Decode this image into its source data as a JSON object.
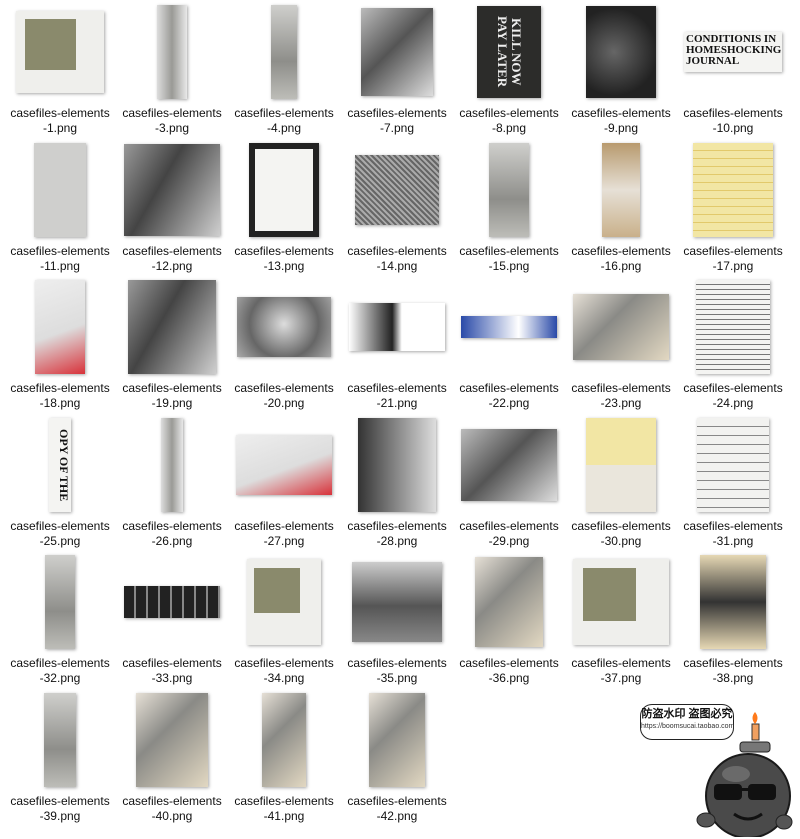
{
  "files": [
    {
      "name": "casefiles-elements",
      "suffix": "-1.png",
      "kind": "polaroid",
      "w": 88,
      "h": 82
    },
    {
      "name": "casefiles-elements",
      "suffix": "-3.png",
      "kind": "strip",
      "w": 30,
      "h": 94
    },
    {
      "name": "casefiles-elements",
      "suffix": "-4.png",
      "kind": "torn",
      "w": 26,
      "h": 94
    },
    {
      "name": "casefiles-elements",
      "suffix": "-7.png",
      "kind": "photo",
      "w": 72,
      "h": 88
    },
    {
      "name": "casefiles-elements",
      "suffix": "-8.png",
      "kind": "dark-text",
      "w": 64,
      "h": 92,
      "text": "KILL NOW PAY LATER"
    },
    {
      "name": "casefiles-elements",
      "suffix": "-9.png",
      "kind": "texture",
      "w": 70,
      "h": 92
    },
    {
      "name": "casefiles-elements",
      "suffix": "-10.png",
      "kind": "headline",
      "w": 98,
      "h": 40,
      "text": "CONDITIONIS IN HOMESHOCKING JOURNAL"
    },
    {
      "name": "casefiles-elements",
      "suffix": "-11.png",
      "kind": "grey-paper",
      "w": 52,
      "h": 94
    },
    {
      "name": "casefiles-elements",
      "suffix": "-12.png",
      "kind": "photo-wide",
      "w": 96,
      "h": 92
    },
    {
      "name": "casefiles-elements",
      "suffix": "-13.png",
      "kind": "frame",
      "w": 70,
      "h": 94
    },
    {
      "name": "casefiles-elements",
      "suffix": "-14.png",
      "kind": "texture-frame",
      "w": 84,
      "h": 70
    },
    {
      "name": "casefiles-elements",
      "suffix": "-15.png",
      "kind": "torn",
      "w": 40,
      "h": 94
    },
    {
      "name": "casefiles-elements",
      "suffix": "-16.png",
      "kind": "torn-brown",
      "w": 38,
      "h": 94
    },
    {
      "name": "casefiles-elements",
      "suffix": "-17.png",
      "kind": "yellow-note",
      "w": 80,
      "h": 94
    },
    {
      "name": "casefiles-elements",
      "suffix": "-18.png",
      "kind": "torn-red",
      "w": 50,
      "h": 94
    },
    {
      "name": "casefiles-elements",
      "suffix": "-19.png",
      "kind": "photo-wide",
      "w": 88,
      "h": 94
    },
    {
      "name": "casefiles-elements",
      "suffix": "-20.png",
      "kind": "photo-face",
      "w": 94,
      "h": 60
    },
    {
      "name": "casefiles-elements",
      "suffix": "-21.png",
      "kind": "tape",
      "w": 96,
      "h": 48
    },
    {
      "name": "casefiles-elements",
      "suffix": "-22.png",
      "kind": "blue-tape",
      "w": 96,
      "h": 22
    },
    {
      "name": "casefiles-elements",
      "suffix": "-23.png",
      "kind": "collage",
      "w": 96,
      "h": 66
    },
    {
      "name": "casefiles-elements",
      "suffix": "-24.png",
      "kind": "text-doc",
      "w": 74,
      "h": 94
    },
    {
      "name": "casefiles-elements",
      "suffix": "-25.png",
      "kind": "text-strip",
      "w": 22,
      "h": 94,
      "text": "OPY OF THE"
    },
    {
      "name": "casefiles-elements",
      "suffix": "-26.png",
      "kind": "strip",
      "w": 22,
      "h": 94
    },
    {
      "name": "casefiles-elements",
      "suffix": "-27.png",
      "kind": "torn-red",
      "w": 96,
      "h": 60
    },
    {
      "name": "casefiles-elements",
      "suffix": "-28.png",
      "kind": "photo-dark",
      "w": 78,
      "h": 94
    },
    {
      "name": "casefiles-elements",
      "suffix": "-29.png",
      "kind": "photo",
      "w": 96,
      "h": 72
    },
    {
      "name": "casefiles-elements",
      "suffix": "-30.png",
      "kind": "yellow-form",
      "w": 70,
      "h": 94
    },
    {
      "name": "casefiles-elements",
      "suffix": "-31.png",
      "kind": "handwriting",
      "w": 72,
      "h": 94
    },
    {
      "name": "casefiles-elements",
      "suffix": "-32.png",
      "kind": "torn",
      "w": 30,
      "h": 94
    },
    {
      "name": "casefiles-elements",
      "suffix": "-33.png",
      "kind": "film",
      "w": 96,
      "h": 32
    },
    {
      "name": "casefiles-elements",
      "suffix": "-34.png",
      "kind": "polaroid",
      "w": 74,
      "h": 86
    },
    {
      "name": "casefiles-elements",
      "suffix": "-35.png",
      "kind": "photo-landscape",
      "w": 90,
      "h": 80
    },
    {
      "name": "casefiles-elements",
      "suffix": "-36.png",
      "kind": "collage",
      "w": 68,
      "h": 90
    },
    {
      "name": "casefiles-elements",
      "suffix": "-37.png",
      "kind": "polaroid-note",
      "w": 96,
      "h": 86
    },
    {
      "name": "casefiles-elements",
      "suffix": "-38.png",
      "kind": "portrait-clip",
      "w": 66,
      "h": 94
    },
    {
      "name": "casefiles-elements",
      "suffix": "-39.png",
      "kind": "torn",
      "w": 32,
      "h": 94
    },
    {
      "name": "casefiles-elements",
      "suffix": "-40.png",
      "kind": "collage",
      "w": 72,
      "h": 94
    },
    {
      "name": "casefiles-elements",
      "suffix": "-41.png",
      "kind": "collage",
      "w": 44,
      "h": 94
    },
    {
      "name": "casefiles-elements",
      "suffix": "-42.png",
      "kind": "collage",
      "w": 56,
      "h": 94
    }
  ],
  "watermark": {
    "line1": "防盗水印 盗图必究",
    "line2": "https://boomsucai.taobao.com"
  },
  "colors": {
    "paper": "#efefec",
    "dark": "#2c2c2a",
    "grey": "#9a9a96",
    "olive": "#8a8a6c",
    "yellow": "#f2e6a4",
    "red": "#d8323a",
    "blue": "#2a4aa8",
    "brown": "#b89a6e"
  }
}
